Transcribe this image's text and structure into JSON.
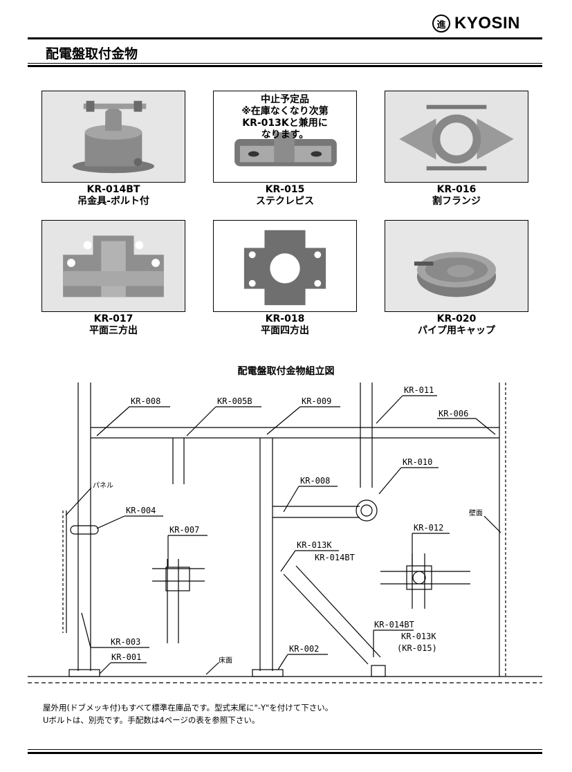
{
  "header": {
    "logo_mark": "進",
    "logo_text": "KYOSIN",
    "title": "配電盤取付金物"
  },
  "products": [
    {
      "code": "KR-014BT",
      "name": "吊金具-ボルト付"
    },
    {
      "code": "KR-015",
      "name": "ステクレピス",
      "notice": [
        "中止予定品",
        "※在庫なくなり次第",
        "KR-013Kと兼用に",
        "なります。"
      ]
    },
    {
      "code": "KR-016",
      "name": "割フランジ"
    },
    {
      "code": "KR-017",
      "name": "平面三方出"
    },
    {
      "code": "KR-018",
      "name": "平面四方出"
    },
    {
      "code": "KR-020",
      "name": "パイプ用キャップ"
    }
  ],
  "diagram": {
    "title": "配電盤取付金物組立図",
    "labels": {
      "kr008a": "KR-008",
      "kr005b": "KR-005B",
      "kr009": "KR-009",
      "kr011": "KR-011",
      "kr006": "KR-006",
      "kr010": "KR-010",
      "panel": "パネル",
      "kr008b": "KR-008",
      "kr004": "KR-004",
      "wall": "壁面",
      "kr007": "KR-007",
      "kr012": "KR-012",
      "kr013k_a": "KR-013K",
      "kr014bt_a": "KR-014BT",
      "kr003": "KR-003",
      "kr014bt_b": "KR-014BT",
      "kr013k_b": "KR-013K",
      "kr015": "(KR-015)",
      "kr001": "KR-001",
      "floor": "床面",
      "kr002": "KR-002"
    }
  },
  "notes": [
    "屋外用(ドブメッキ付)もすべて標準在庫品です。型式末尾に\"-Y\"を付けて下さい。",
    "Uボルトは、別売です。手配数は4ページの表を参照下さい。"
  ]
}
